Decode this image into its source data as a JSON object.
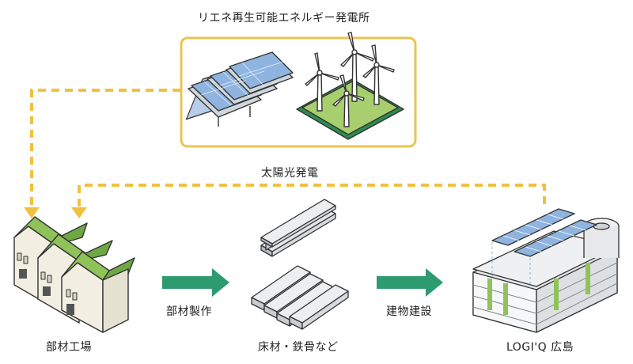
{
  "labels": {
    "renewable_plant": "リエネ再生可能エネルギー発電所",
    "solar_power": "太陽光発電",
    "factory": "部材工場",
    "manufacturing": "部材製作",
    "materials": "床材・鉄骨など",
    "construction": "建物建設",
    "destination": "LOGI'Q 広島"
  },
  "colors": {
    "dashed_line": "#f0c040",
    "plant_frame": "#e8c452",
    "arrow": "#2e9a6f",
    "roof_green": "#8fc35a",
    "panel_blue": "#8fb4e0",
    "grass_green": "#3e9a58"
  }
}
